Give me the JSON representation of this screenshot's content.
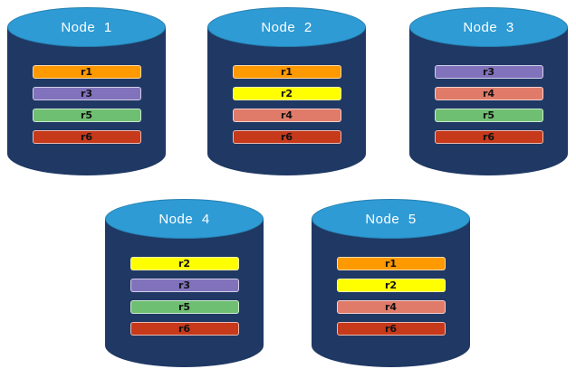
{
  "colors": {
    "cylinder_body": "#1F3864",
    "cylinder_top": "#2E9BD5",
    "r1": "#FF9900",
    "r2": "#FFFF00",
    "r3": "#8172BC",
    "r4": "#E07B6A",
    "r5": "#6FBF73",
    "r6": "#C6391B"
  },
  "nodes": [
    {
      "label": "Node 1",
      "replicas": [
        "r1",
        "r3",
        "r5",
        "r6"
      ]
    },
    {
      "label": "Node 2",
      "replicas": [
        "r1",
        "r2",
        "r4",
        "r6"
      ]
    },
    {
      "label": "Node 3",
      "replicas": [
        "r3",
        "r4",
        "r5",
        "r6"
      ]
    },
    {
      "label": "Node 4",
      "replicas": [
        "r2",
        "r3",
        "r5",
        "r6"
      ]
    },
    {
      "label": "Node 5",
      "replicas": [
        "r1",
        "r2",
        "r4",
        "r6"
      ]
    }
  ]
}
